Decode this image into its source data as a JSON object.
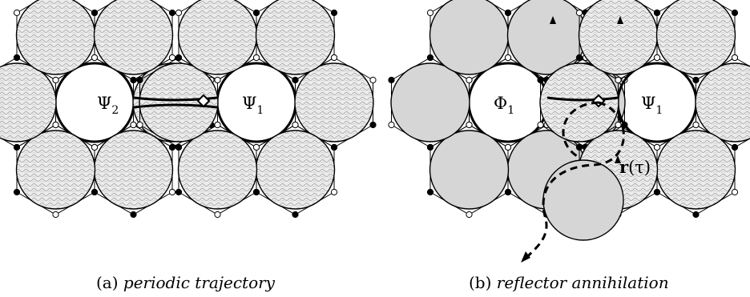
{
  "panel_a": {
    "label_right": "Ψ",
    "label_right_sub": "1",
    "label_left": "Ψ",
    "label_left_sub": "2",
    "caption_tag": "(a)",
    "caption_text": "periodic trajectory"
  },
  "panel_b": {
    "label_left": "Φ",
    "label_left_sub": "1",
    "label_right": "Ψ",
    "label_right_sub": "1",
    "trajectory_label": "r",
    "trajectory_arg": "(τ)",
    "caption_tag": "(b)",
    "caption_text": "reflector annihilation"
  },
  "colors": {
    "hatch_fill": "#c8c8c8",
    "gray_fill": "#d6d6d6",
    "ink": "#000000"
  }
}
